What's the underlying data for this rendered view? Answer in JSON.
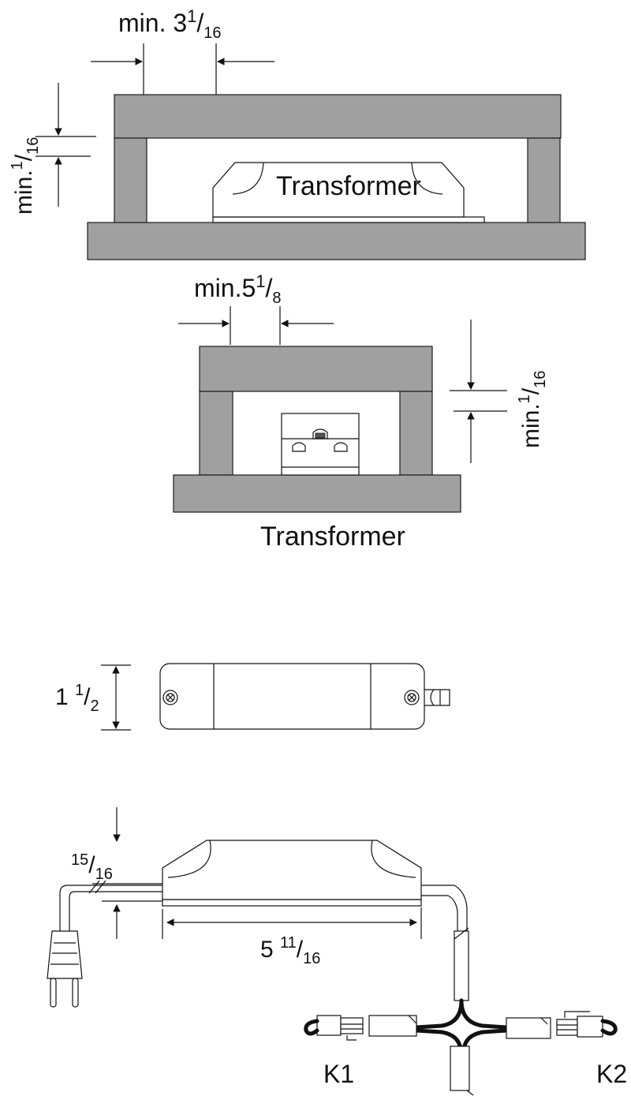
{
  "top_view": {
    "dim_width": {
      "main": "min. 3",
      "sup": "1",
      "sub": "16"
    },
    "dim_height": {
      "main": "min.",
      "sup": "1",
      "sub": "16"
    },
    "label": "Transformer"
  },
  "side_view": {
    "dim_width": {
      "main": "min.5",
      "sup": "1",
      "sub": "8"
    },
    "dim_height": {
      "main": "min.",
      "sup": "1",
      "sub": "16"
    },
    "label": "Transformer"
  },
  "plan_view": {
    "dim_height": {
      "main": "1 ",
      "sup": "1",
      "sub": "2"
    }
  },
  "cable_view": {
    "dim_height": {
      "sup": "15",
      "sub": "16"
    },
    "dim_length": {
      "main": "5 ",
      "sup": "11",
      "sub": "16"
    },
    "connector_left": "K1",
    "connector_right": "K2"
  },
  "colors": {
    "panel": "#a0a0a0",
    "line": "#111111"
  }
}
